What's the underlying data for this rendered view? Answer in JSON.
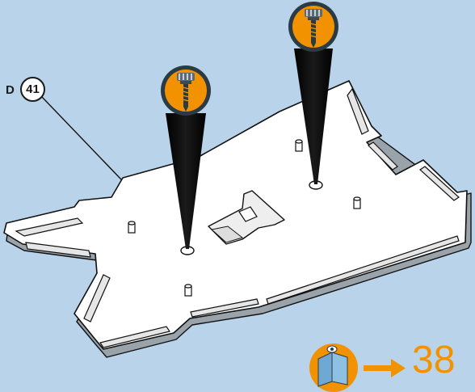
{
  "part_reference": {
    "letter": "D",
    "number": "41"
  },
  "next_step": {
    "page": "38"
  },
  "icons": {
    "screw_tool": "screwdriver-icon",
    "manual": "open-book-icon",
    "arrow": "arrow-right-icon"
  },
  "colors": {
    "background": "#b8d3ea",
    "accent": "#f39200",
    "icon_ring": "#2b3b45",
    "plate_fill": "#ffffff",
    "plate_shadow": "#dcdcdc",
    "outline": "#111111"
  }
}
